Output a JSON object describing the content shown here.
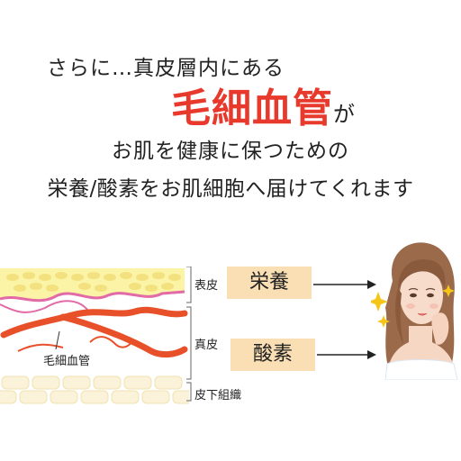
{
  "headline": {
    "line1": "さらに…真皮層内にある",
    "emphasis": "毛細血管",
    "particle": "が",
    "line3": "お肌を健康に保つための",
    "line4": "栄養/酸素をお肌細胞へ届けてくれます"
  },
  "diagram": {
    "capillary_label": "毛細血管",
    "layers": [
      "表皮",
      "真皮",
      "皮下組織"
    ]
  },
  "boxes": [
    "栄養",
    "酸素"
  ],
  "colors": {
    "accent": "#e8392d",
    "box": "#f9dfb3",
    "vessel": "#e8502a"
  }
}
